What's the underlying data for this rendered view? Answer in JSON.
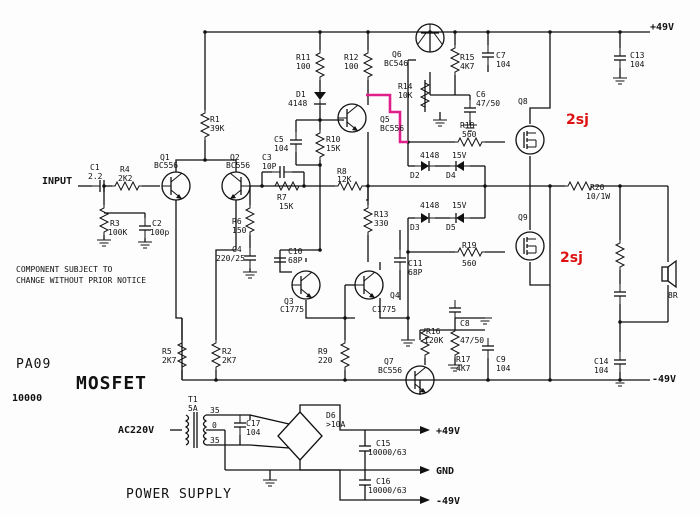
{
  "rails": {
    "vpos": "+49V",
    "vneg": "-49V"
  },
  "input": {
    "label": "INPUT",
    "C1": [
      "C1",
      "2.2"
    ],
    "R4": [
      "R4",
      "2K2"
    ],
    "R3": [
      "R3",
      "100K"
    ],
    "C2": [
      "C2",
      "100p"
    ]
  },
  "parts": {
    "R1": [
      "R1",
      "39K"
    ],
    "Q1": [
      "Q1",
      "BC556"
    ],
    "Q2": [
      "Q2",
      "BC556"
    ],
    "R11": [
      "R11",
      "100"
    ],
    "R12": [
      "R12",
      "100"
    ],
    "D1": [
      "D1",
      "4148"
    ],
    "C5": [
      "C5",
      "104"
    ],
    "R10": [
      "R10",
      "15K"
    ],
    "Q5": [
      "Q5",
      "BC556"
    ],
    "Q6": [
      "Q6",
      "BC546"
    ],
    "R15": [
      "R15",
      "4K7"
    ],
    "C7": [
      "C7",
      "104"
    ],
    "R14": [
      "R14",
      "10K"
    ],
    "C6": [
      "C6",
      "47/50"
    ],
    "C13": [
      "C13",
      "104"
    ],
    "R18": [
      "R18",
      "560"
    ],
    "Q8": "Q8",
    "Q9": "Q9",
    "C3": [
      "C3",
      "10P"
    ],
    "R7": [
      "R7",
      "15K"
    ],
    "R8": [
      "R8",
      "12K"
    ],
    "D2": [
      "D2",
      "4148"
    ],
    "D4": [
      "D4",
      "15V"
    ],
    "D3": [
      "D3",
      "4148"
    ],
    "D5": [
      "D5",
      "15V"
    ],
    "R6": [
      "R6",
      "150"
    ],
    "C4": [
      "C4",
      "220/25"
    ],
    "R13": [
      "R13",
      "330"
    ],
    "C10": [
      "C10",
      "68P"
    ],
    "C11": [
      "C11",
      "68P"
    ],
    "R19": [
      "R19",
      "560"
    ],
    "Q3": [
      "Q3",
      "C1775"
    ],
    "Q4": [
      "Q4",
      "C1775"
    ],
    "R20": [
      "R20",
      "10/1W"
    ],
    "SPK": "8R",
    "R16": [
      "R16",
      "120K"
    ],
    "C8": [
      "C8",
      "47/50"
    ],
    "R17": [
      "R17",
      "4K7"
    ],
    "C9": [
      "C9",
      "104"
    ],
    "Q7": [
      "Q7",
      "BC556"
    ],
    "R5": [
      "R5",
      "2K7"
    ],
    "R2": [
      "R2",
      "2K7"
    ],
    "R9": [
      "R9",
      "220"
    ],
    "C14": [
      "C14",
      "104"
    ]
  },
  "notice": [
    "COMPONENT SUBJECT TO",
    "CHANGE WITHOUT PRIOR NOTICE"
  ],
  "title": {
    "model": "PA09",
    "type": "MOSFET",
    "code": "10000"
  },
  "annotations": {
    "mosfet_top": "2sj",
    "mosfet_bottom": "2sj"
  },
  "supply": {
    "title": "POWER SUPPLY",
    "T1": [
      "T1",
      "5A"
    ],
    "ac": "AC220V",
    "taps": [
      "35",
      "0",
      "35"
    ],
    "C17": [
      "C17",
      "104"
    ],
    "D6": [
      "D6",
      ">10A"
    ],
    "C15": [
      "C15",
      "10000/63"
    ],
    "C16": [
      "C16",
      "10000/63"
    ],
    "out_pos": "+49V",
    "gnd": "GND",
    "out_neg": "-49V"
  }
}
